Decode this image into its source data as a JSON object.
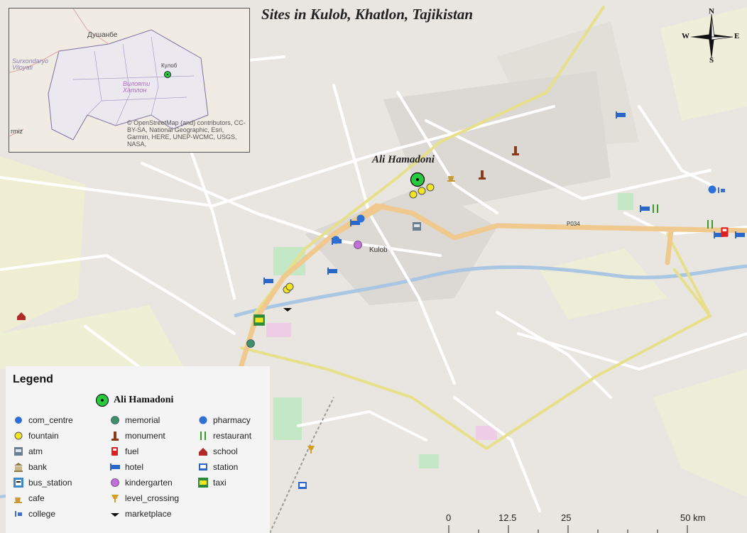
{
  "title": "Sites in Kulob, Khatlon, Tajikistan",
  "compass": {
    "n": "N",
    "s": "S",
    "e": "E",
    "w": "W"
  },
  "inset": {
    "city_capital": "Душанбе",
    "city_local": "Кулоб",
    "region_left": "Surxondaryo Viloyati",
    "region_center": "Вилояти Хатлон",
    "region_bottom": "rmiz",
    "credit": "© OpenStreetMap (and) contributors, CC-BY-SA, National Geographic, Esri, Garmin, HERE, UNEP-WCMC, USGS, NASA,"
  },
  "map_labels": {
    "city": "Kulob",
    "road": "Р034"
  },
  "feature_label": "Ali Hamadoni",
  "legend": {
    "title": "Legend",
    "feature": "Ali Hamadoni",
    "items": [
      {
        "label": "com_centre",
        "icon": "blue-dot-icon",
        "color": "#2f6fd6"
      },
      {
        "label": "fountain",
        "icon": "yellow-circle-icon",
        "color": "#f3e421"
      },
      {
        "label": "atm",
        "icon": "atm-icon",
        "color": "#6b7f8f"
      },
      {
        "label": "bank",
        "icon": "bank-icon",
        "color": "#8a7a4a"
      },
      {
        "label": "bus_station",
        "icon": "bus-station-icon",
        "color": "#3f88c5"
      },
      {
        "label": "cafe",
        "icon": "cafe-icon",
        "color": "#c89a3a"
      },
      {
        "label": "college",
        "icon": "college-icon",
        "color": "#3a6fd1"
      },
      {
        "label": "memorial",
        "icon": "memorial-icon",
        "color": "#3f8f6a"
      },
      {
        "label": "monument",
        "icon": "monument-icon",
        "color": "#8b3a1a"
      },
      {
        "label": "fuel",
        "icon": "fuel-icon",
        "color": "#e02020"
      },
      {
        "label": "hotel",
        "icon": "hotel-icon",
        "color": "#2b67c8"
      },
      {
        "label": "kindergarten",
        "icon": "kindergarten-icon",
        "color": "#c070d8"
      },
      {
        "label": "level_crossing",
        "icon": "level-crossing-icon",
        "color": "#d4a020"
      },
      {
        "label": "marketplace",
        "icon": "marketplace-icon",
        "color": "#111111"
      },
      {
        "label": "pharmacy",
        "icon": "pharmacy-icon",
        "color": "#2f6fd6"
      },
      {
        "label": "restaurant",
        "icon": "restaurant-icon",
        "color": "#3a9a2a"
      },
      {
        "label": "school",
        "icon": "school-icon",
        "color": "#b02a2a"
      },
      {
        "label": "station",
        "icon": "station-icon",
        "color": "#2b67c8"
      },
      {
        "label": "taxi",
        "icon": "taxi-icon",
        "color": "#2a8a3a"
      }
    ]
  },
  "scale_bar": {
    "labels": [
      "0",
      "12.5",
      "25",
      "50 km"
    ]
  },
  "colors": {
    "highlight_green": "#27c93f",
    "road_yellow": "#e6e08a",
    "road_orange": "#f0c98f",
    "land": "#e9e6e1"
  }
}
